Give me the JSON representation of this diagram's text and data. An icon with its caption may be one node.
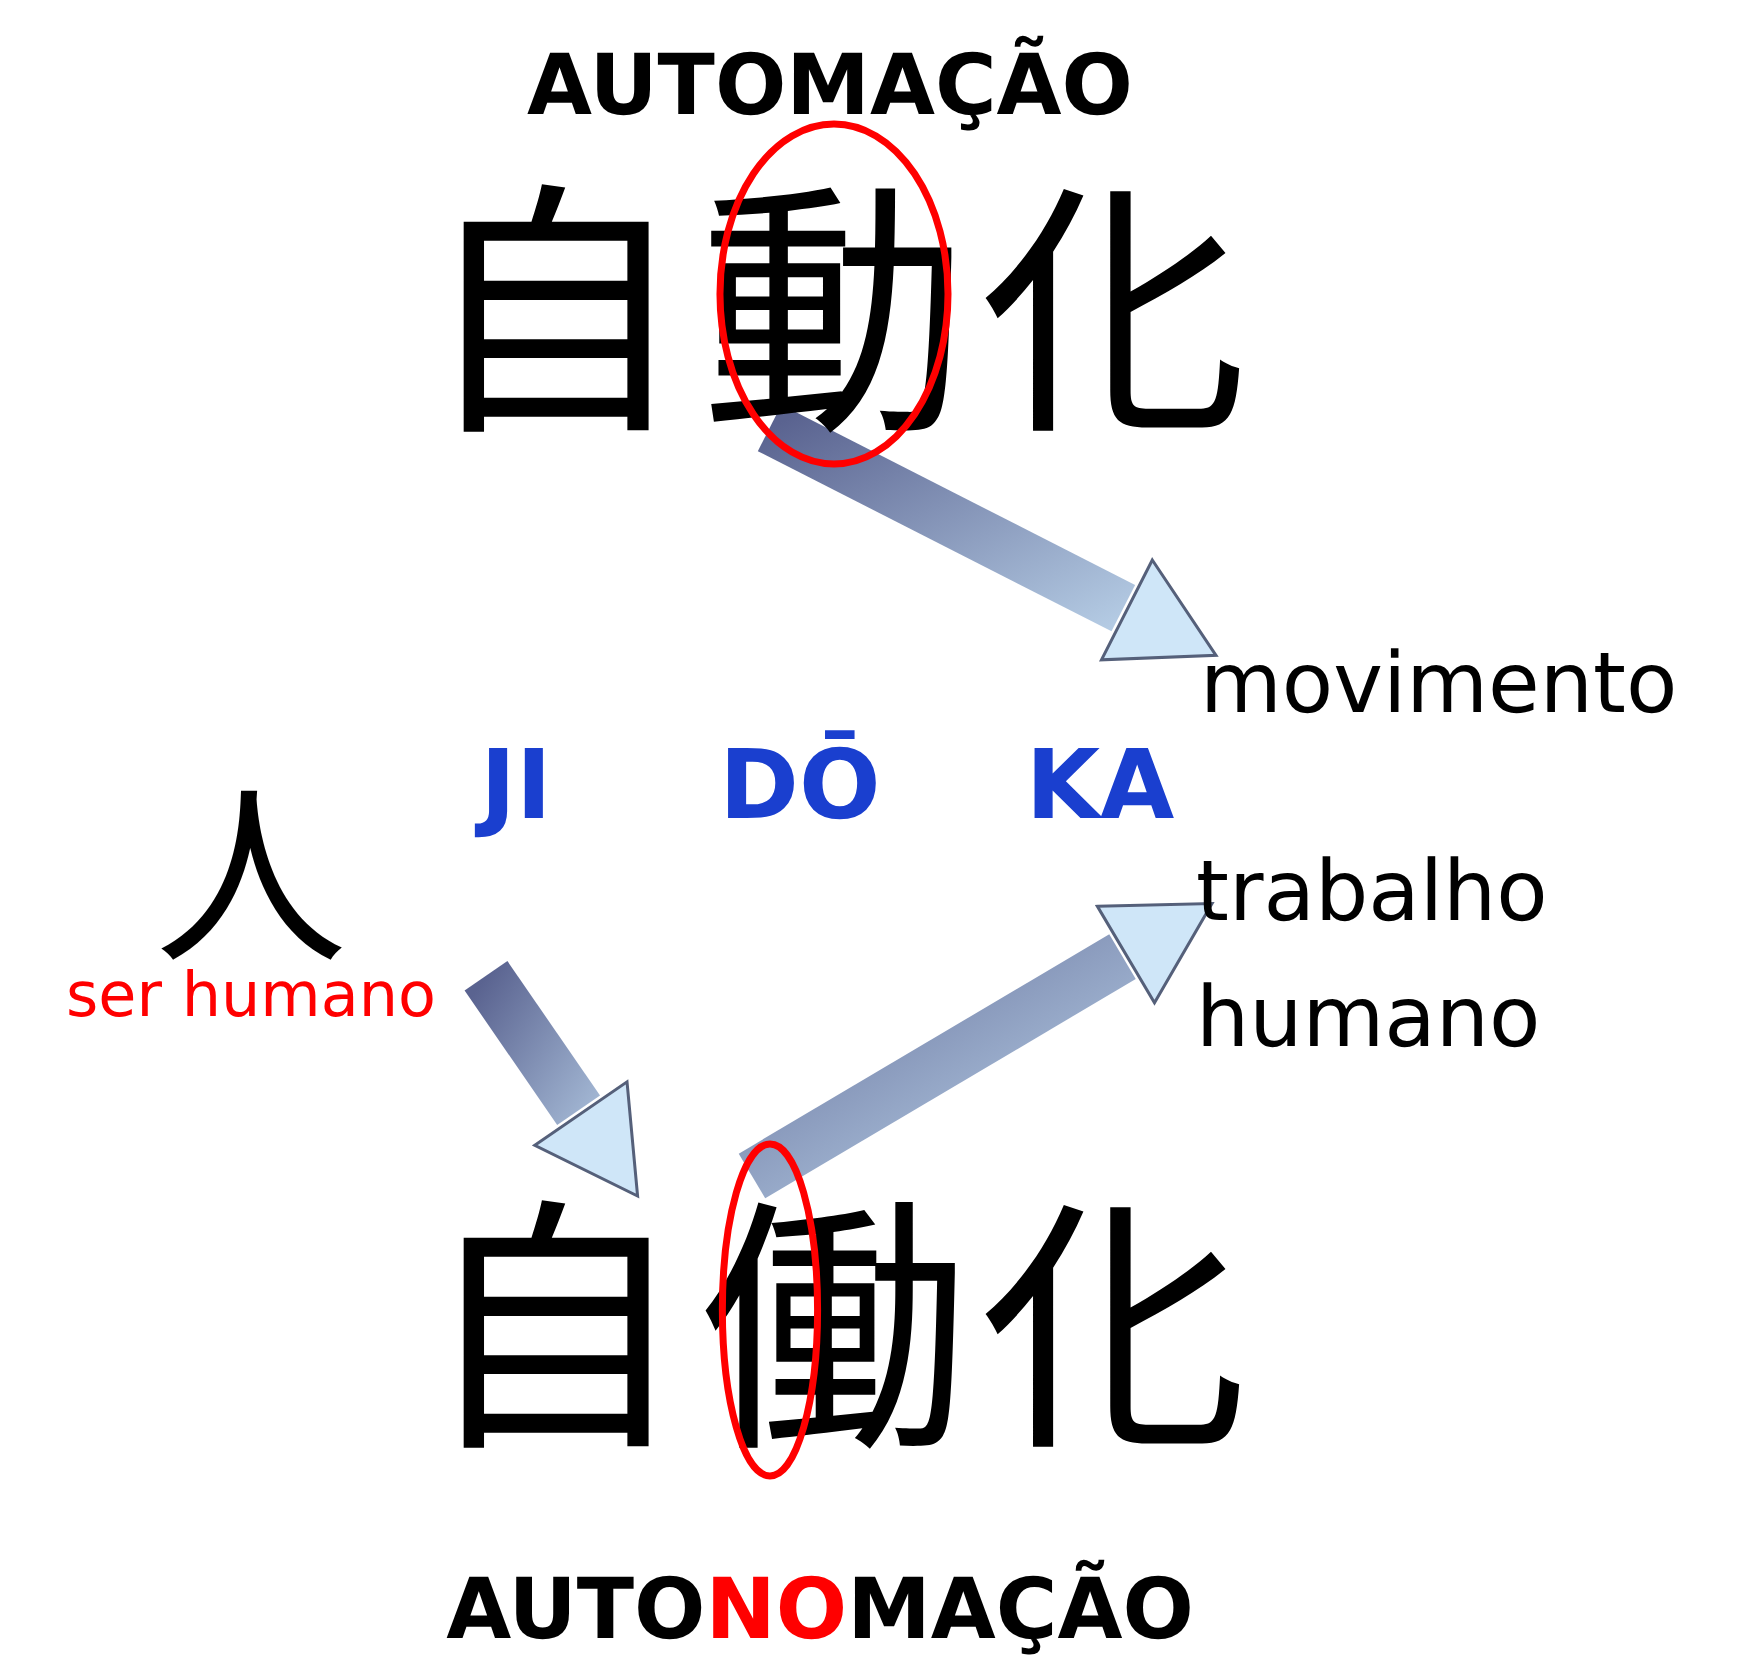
{
  "diagram": {
    "nodes": [
      {
        "text": [
          "自動化"
        ]
      },
      {
        "text": [
          "movimento"
        ]
      },
      {
        "text": [
          "人",
          "ser humano"
        ]
      },
      {
        "text": [
          "自働化"
        ]
      },
      {
        "text": [
          "trabalho humano"
        ]
      }
    ],
    "edges": [
      {
        "from": 0,
        "to": 1,
        "arrow": "to",
        "style": "thick"
      },
      {
        "from": 2,
        "to": 3,
        "arrow": "to",
        "style": "thick"
      },
      {
        "from": 3,
        "to": 4,
        "arrow": "to",
        "style": "thick"
      }
    ],
    "labels": [
      "AUTOMAÇÃO",
      "JI",
      "DŌ",
      "KA",
      "AUTO**NO**MAÇÃO"
    ]
  }
}
